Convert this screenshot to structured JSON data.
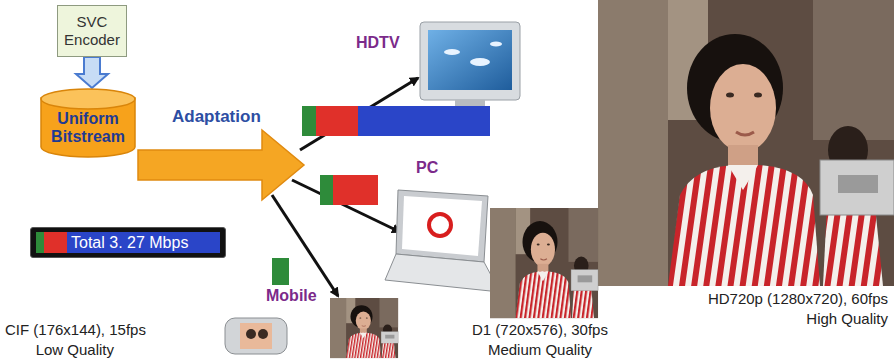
{
  "diagram": {
    "nodes": [
      {
        "text": [
          "SVC Encoder"
        ]
      },
      {
        "text": [
          "Uniform Bitstream"
        ]
      },
      {
        "text": [
          "Total 3. 27 Mbps"
        ]
      }
    ],
    "edges": [
      {
        "from": 0,
        "to": 1,
        "arrow": "to"
      }
    ],
    "labels": [
      "Adaptation",
      "HDTV",
      "PC",
      "Mobile",
      "HD720p (1280x720), 60fps",
      "High Quality",
      "D1 (720x576), 30fps",
      "Medium Quality",
      "CIF (176x144), 15fps",
      "Low Quality"
    ]
  }
}
